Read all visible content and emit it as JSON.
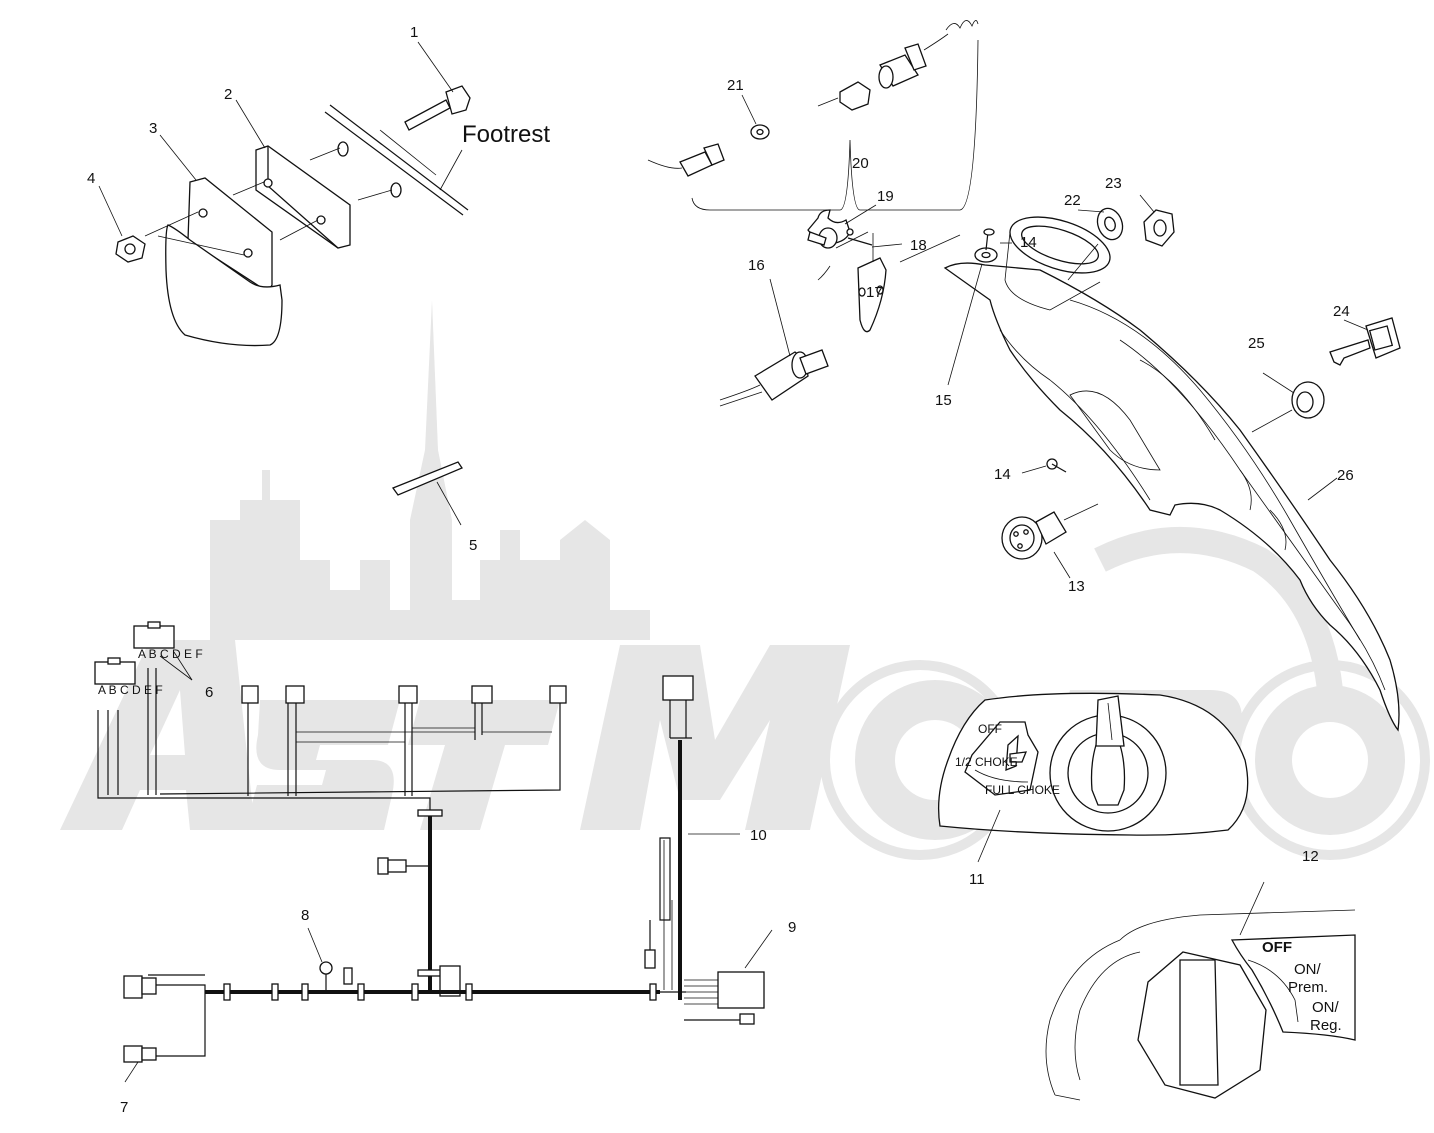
{
  "diagram": {
    "labels": {
      "footrest": "Footrest",
      "choke_off": "OFF",
      "half_choke": "1/2 CHOKE",
      "full_choke": "FULL CHOKE",
      "fuel_off": "OFF",
      "fuel_on_prem_1": "ON/",
      "fuel_on_prem_2": "Prem.",
      "fuel_on_reg_1": "ON/",
      "fuel_on_reg_2": "Reg.",
      "connector_letters": "A B C D E F"
    },
    "callouts": [
      "1",
      "2",
      "3",
      "4",
      "5",
      "6",
      "7",
      "8",
      "9",
      "10",
      "11",
      "12",
      "13",
      "14",
      "14",
      "15",
      "16",
      "17",
      "18",
      "19",
      "20",
      "21",
      "22",
      "23",
      "24",
      "25",
      "26"
    ]
  }
}
